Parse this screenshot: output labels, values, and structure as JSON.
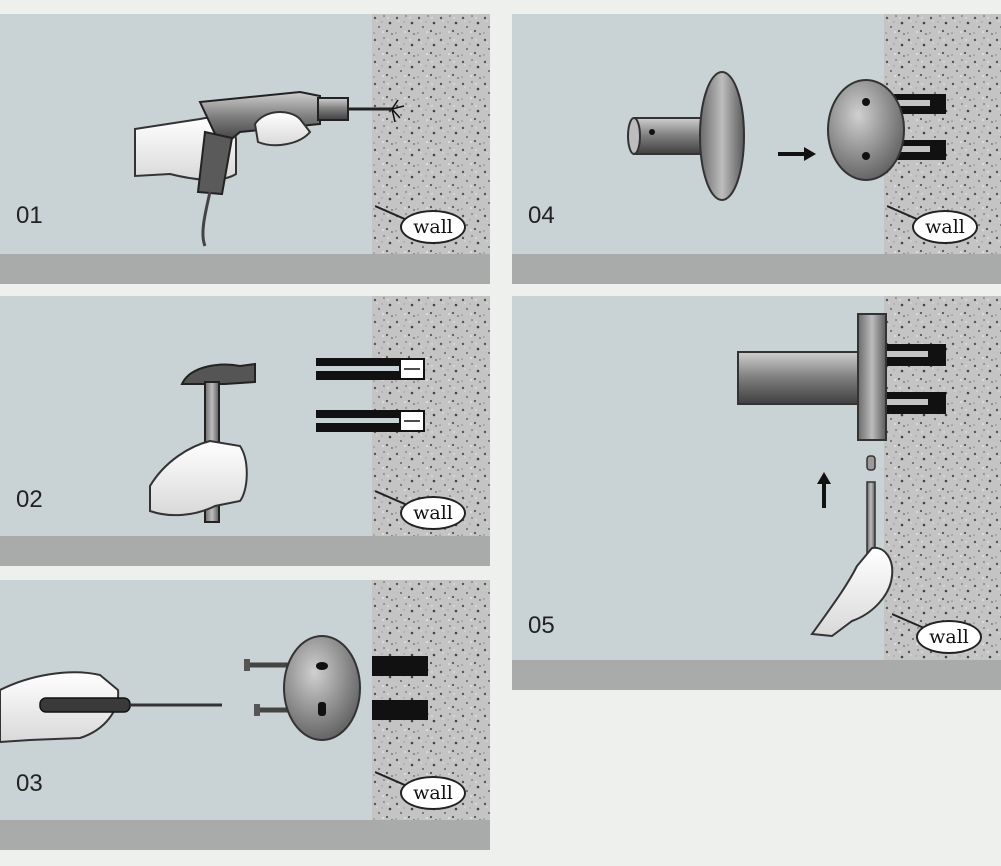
{
  "steps": [
    {
      "number": "01",
      "wall_label": "wall",
      "action": "drill"
    },
    {
      "number": "02",
      "wall_label": "wall",
      "action": "hammer-anchors"
    },
    {
      "number": "03",
      "wall_label": "wall",
      "action": "screw-base"
    },
    {
      "number": "04",
      "wall_label": "wall",
      "action": "attach-holder"
    },
    {
      "number": "05",
      "wall_label": "wall",
      "action": "fix-set-screw"
    }
  ],
  "colors": {
    "panel": "#c9d2d4",
    "shelf": "#a9abaa",
    "wall": "#bcbcbc",
    "metal": "#8a8a8a",
    "anchor": "#111111"
  }
}
